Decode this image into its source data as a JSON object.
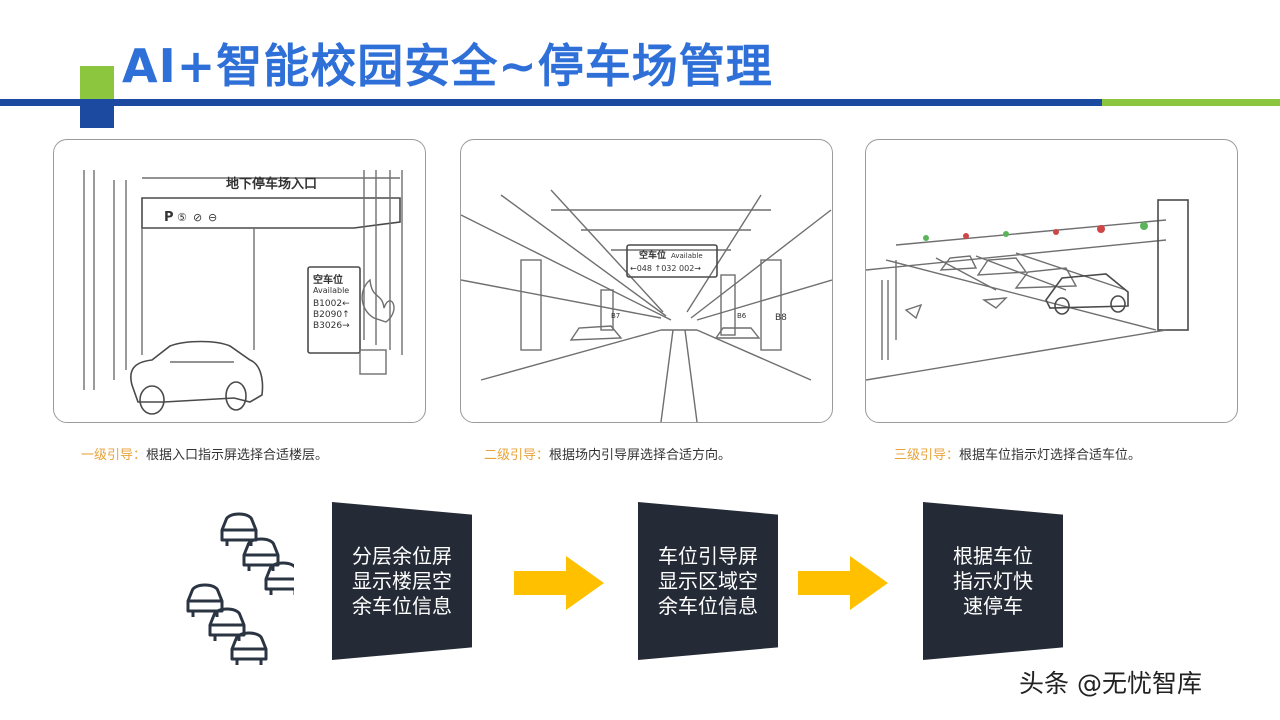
{
  "header": {
    "title": "AI+智能校园安全~停车场管理",
    "colors": {
      "title_blue": "#2f6fd8",
      "bar_blue": "#1b4aa0",
      "bar_green": "#8cc63f",
      "guide_orange": "#e8a33a",
      "box_dark": "#252b36",
      "arrow_yellow": "#ffc000"
    }
  },
  "panels": [
    {
      "sign_title": "地下停车场入口",
      "parking_icons": [
        "P",
        "⑤",
        "⊘",
        "⊖"
      ],
      "board": {
        "title": "空车位",
        "subtitle": "Available",
        "rows": [
          "B1002←",
          "B2090↑",
          "B3026→"
        ]
      }
    },
    {
      "board": {
        "title": "空车位",
        "subtitle": "Available",
        "row": "←048 ↑032 002→"
      },
      "pillar_labels": [
        "B7",
        "B6",
        "B8"
      ]
    },
    {
      "indicator_colors": [
        "#5ab55a",
        "#d04545",
        "#5ab55a",
        "#d04545",
        "#5ab55a",
        "#5ab55a"
      ]
    }
  ],
  "captions": [
    {
      "level": "一级引导：",
      "text": "根据入口指示屏选择合适楼层。"
    },
    {
      "level": "二级引导：",
      "text": "根据场内引导屏选择合适方向。"
    },
    {
      "level": "三级引导：",
      "text": "根据车位指示灯选择合适车位。"
    }
  ],
  "flow": {
    "icon": "cars-icon",
    "steps": [
      {
        "lines": [
          "分层余位屏",
          "显示楼层空",
          "余车位信息"
        ]
      },
      {
        "lines": [
          "车位引导屏",
          "显示区域空",
          "余车位信息"
        ]
      },
      {
        "lines": [
          "根据车位",
          "指示灯快",
          "速停车"
        ]
      }
    ],
    "arrow_icon": "arrow-right-icon"
  },
  "watermark": "头条 @无忧智库"
}
